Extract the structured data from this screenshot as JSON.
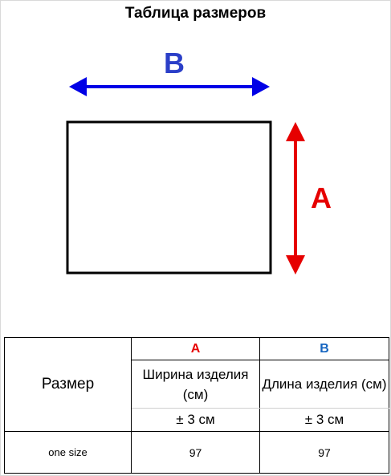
{
  "title": "Таблица размеров",
  "diagram": {
    "label_b": "B",
    "label_a": "A",
    "color_b": "#2b3fc8",
    "color_a": "#e60000"
  },
  "table": {
    "row_header": "Размер",
    "col_a_letter": "A",
    "col_b_letter": "B",
    "col_a_name": "Ширина изделия (см)",
    "col_b_name": "Длина изделия (см)",
    "col_a_tolerance": "± 3 см",
    "col_b_tolerance": "± 3 см",
    "rows": [
      {
        "size": "one size",
        "a": "97",
        "b": "97"
      }
    ]
  }
}
